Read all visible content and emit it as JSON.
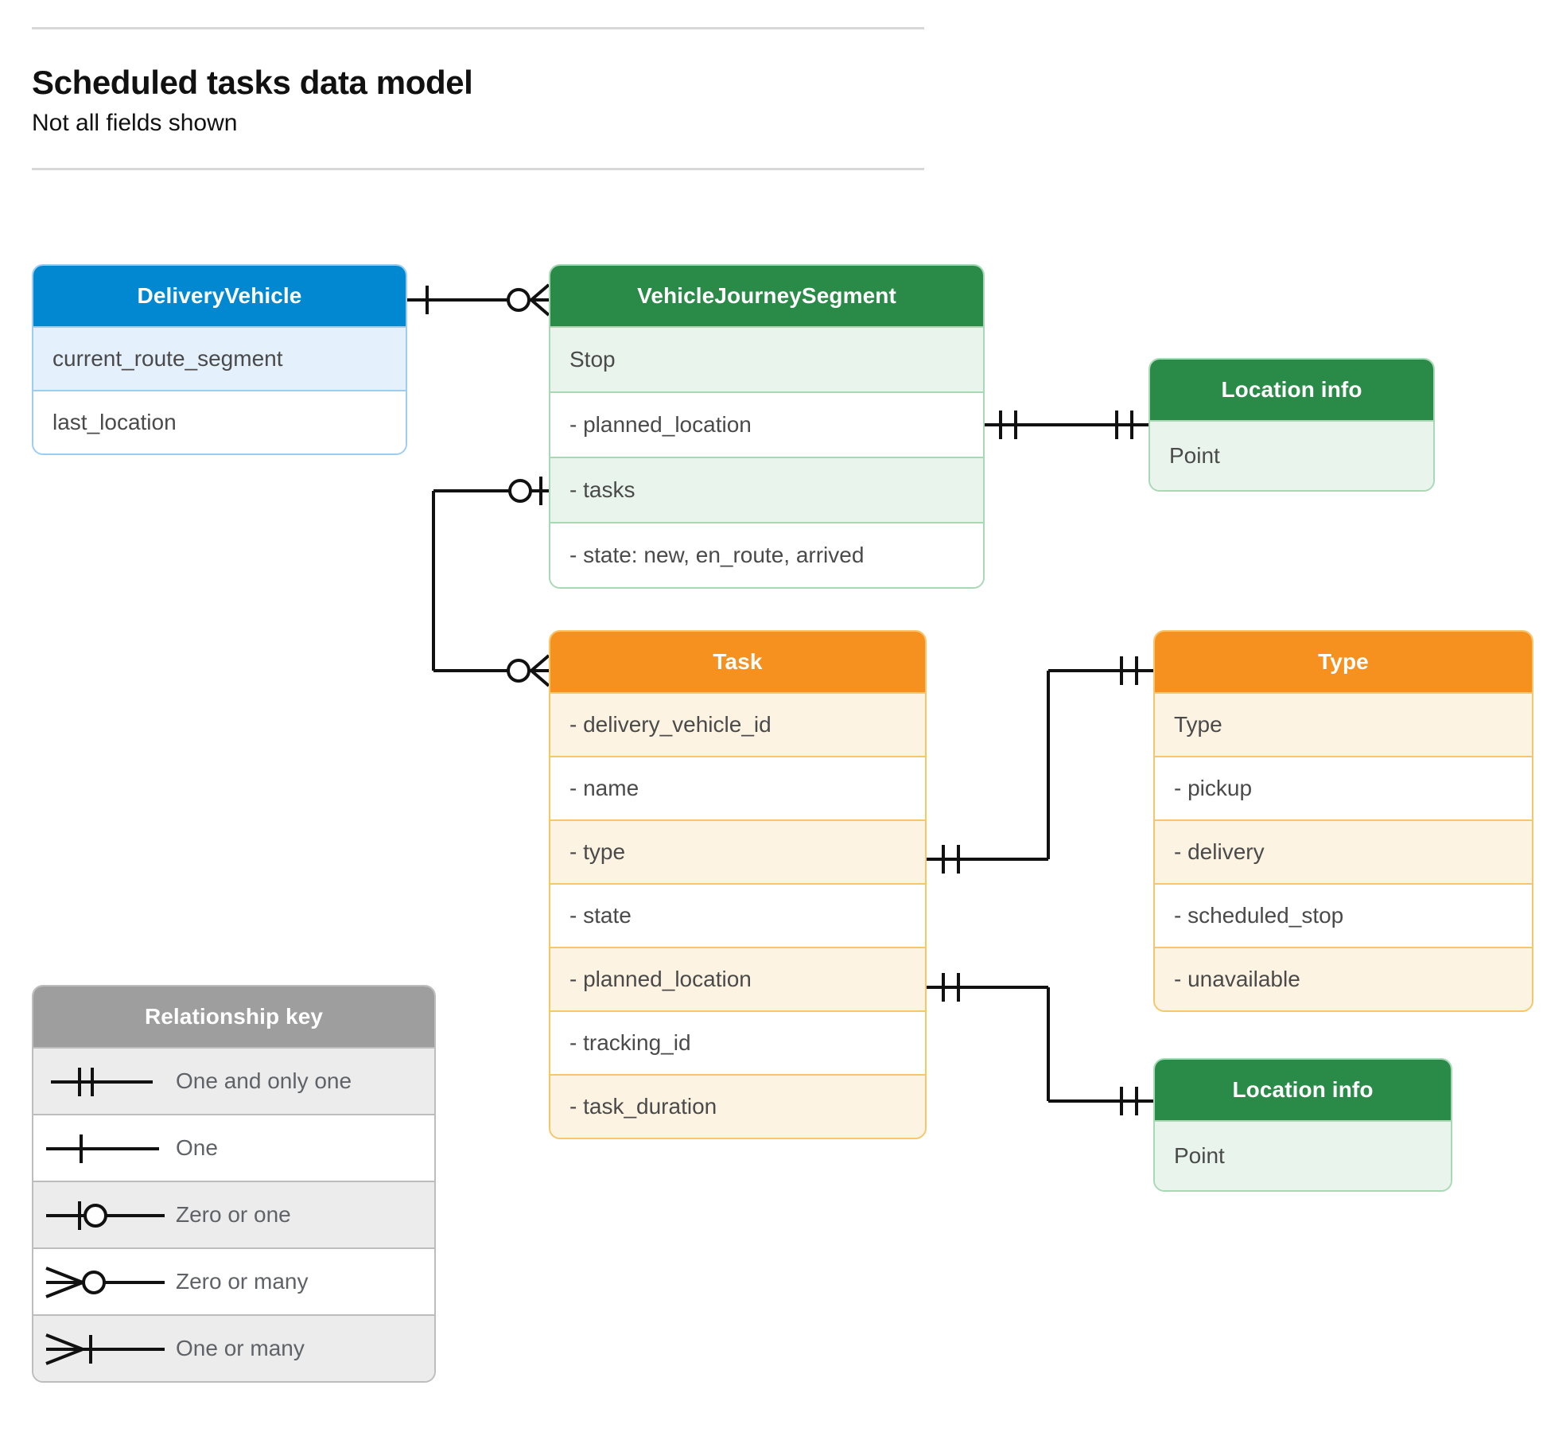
{
  "header": {
    "title": "Scheduled tasks data model",
    "subtitle": "Not all fields shown"
  },
  "colors": {
    "blue_header": "#0288d1",
    "blue_tint": "#e4f0fc",
    "blue_border": "#9ecdf2",
    "green_header": "#2a8a47",
    "green_tint": "#e9f4ec",
    "green_border": "#a8d8b4",
    "orange_header": "#f6901e",
    "orange_tint": "#fdf3e2",
    "orange_border": "#f7c56a",
    "gray_header": "#9e9e9e",
    "gray_tint": "#ececec",
    "gray_border": "#bdbdbd",
    "connector_line": "#111111",
    "rule": "#d8d8d8",
    "row_text": "#4a4a4a",
    "legend_text": "#5f6368"
  },
  "entities": {
    "delivery_vehicle": {
      "title": "DeliveryVehicle",
      "rows": [
        {
          "label": "current_route_segment",
          "tint": true
        },
        {
          "label": "last_location",
          "tint": false
        }
      ]
    },
    "vehicle_journey_segment": {
      "title": "VehicleJourneySegment",
      "rows": [
        {
          "label": "Stop",
          "tint": true
        },
        {
          "label": "-  planned_location",
          "tint": false
        },
        {
          "label": "- tasks",
          "tint": true
        },
        {
          "label": "- state: new, en_route, arrived",
          "tint": false
        }
      ]
    },
    "location_info_top": {
      "title": "Location info",
      "rows": [
        {
          "label": "Point",
          "tint": true
        }
      ]
    },
    "task": {
      "title": "Task",
      "rows": [
        {
          "label": "- delivery_vehicle_id",
          "tint": true
        },
        {
          "label": "- name",
          "tint": false
        },
        {
          "label": "- type",
          "tint": true
        },
        {
          "label": "- state",
          "tint": false
        },
        {
          "label": "- planned_location",
          "tint": true
        },
        {
          "label": "- tracking_id",
          "tint": false
        },
        {
          "label": "- task_duration",
          "tint": true
        }
      ]
    },
    "type": {
      "title": "Type",
      "rows": [
        {
          "label": "Type",
          "tint": true
        },
        {
          "label": "-  pickup",
          "tint": false
        },
        {
          "label": "-  delivery",
          "tint": true
        },
        {
          "label": "-  scheduled_stop",
          "tint": false
        },
        {
          "label": "-  unavailable",
          "tint": true
        }
      ]
    },
    "location_info_bottom": {
      "title": "Location info",
      "rows": [
        {
          "label": "Point",
          "tint": true
        }
      ]
    }
  },
  "legend": {
    "title": "Relationship key",
    "items": [
      {
        "label": "One and only one",
        "symbol": "one-and-only-one-symbol",
        "tint": true
      },
      {
        "label": "One",
        "symbol": "one-symbol",
        "tint": false
      },
      {
        "label": "Zero or one",
        "symbol": "zero-or-one-symbol",
        "tint": true
      },
      {
        "label": "Zero or many",
        "symbol": "zero-or-many-symbol",
        "tint": false
      },
      {
        "label": "One or many",
        "symbol": "one-or-many-symbol",
        "tint": true
      }
    ]
  },
  "relationships": [
    {
      "name": "deliveryvehicle-to-vehiclejourneysegment",
      "from": "DeliveryVehicle",
      "from_notation": "One",
      "to": "VehicleJourneySegment",
      "to_notation": "Zero or many"
    },
    {
      "name": "vehiclejourneysegment-plannedlocation-to-locationinfo",
      "from": "VehicleJourneySegment.planned_location",
      "from_notation": "One and only one",
      "to": "Location info",
      "to_notation": "One and only one"
    },
    {
      "name": "vehiclejourneysegment-tasks-to-task",
      "from": "VehicleJourneySegment.tasks",
      "from_notation": "Zero or one",
      "to": "Task",
      "to_notation": "Zero or many"
    },
    {
      "name": "task-type-to-type",
      "from": "Task.type",
      "from_notation": "One and only one",
      "to": "Type",
      "to_notation": "One and only one"
    },
    {
      "name": "task-plannedlocation-to-locationinfo",
      "from": "Task.planned_location",
      "from_notation": "One and only one",
      "to": "Location info",
      "to_notation": "One and only one"
    }
  ]
}
